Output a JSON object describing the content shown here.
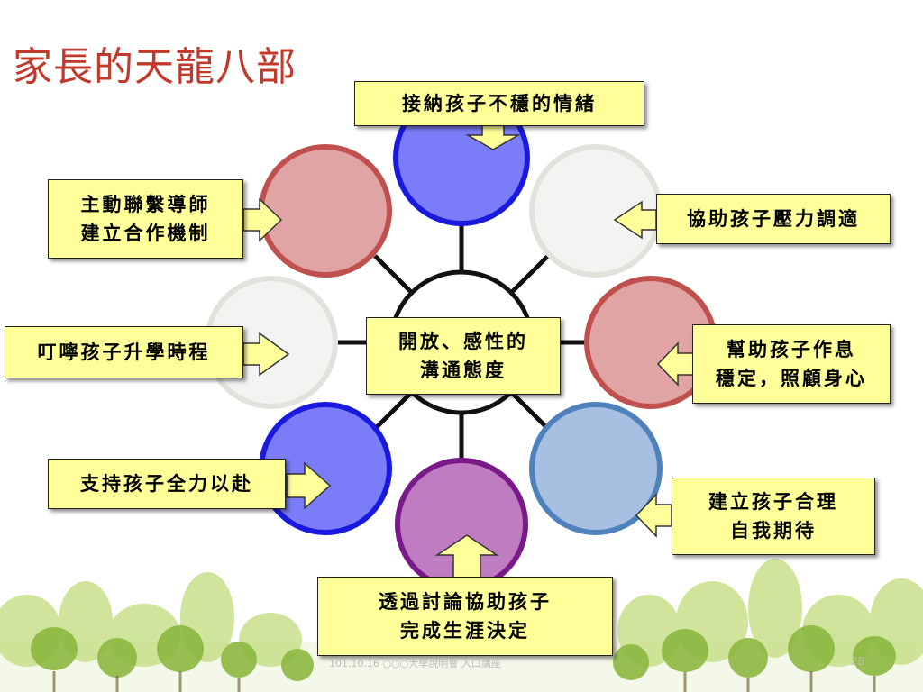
{
  "slide": {
    "title": "家長的天龍八部",
    "center": {
      "line1": "開放、感性的",
      "line2": "溝通態度"
    },
    "items": [
      {
        "id": "top",
        "line1": "接納孩子不穩的情緒",
        "line2": ""
      },
      {
        "id": "top-right",
        "line1": "協助孩子壓力調適",
        "line2": ""
      },
      {
        "id": "right",
        "line1": "幫助孩子作息",
        "line2": "穩定，照顧身心"
      },
      {
        "id": "bottom-right",
        "line1": "建立孩子合理",
        "line2": "自我期待"
      },
      {
        "id": "bottom",
        "line1": "透過討論協助孩子",
        "line2": "完成生涯決定"
      },
      {
        "id": "bottom-left",
        "line1": "支持孩子全力以赴",
        "line2": ""
      },
      {
        "id": "left",
        "line1": "叮嚀孩子升學時程",
        "line2": ""
      },
      {
        "id": "top-left",
        "line1": "主動聯繫導師",
        "line2": "建立合作機制"
      }
    ],
    "footer_text": "101.10.16 ○○○大學說明會 入口講座",
    "page_number": "28"
  },
  "colors": {
    "title": "#c0392b",
    "box_fill": "#ffff99",
    "blue_fill": "#7b7cf7",
    "blue_stroke": "#1a1adf",
    "pink_fill": "#e0a4a4",
    "pink_stroke": "#c0504d",
    "white_fill": "#f3f3f1",
    "white_stroke": "#e2e2dc",
    "lightblue_fill": "#a7bfe0",
    "lightblue_stroke": "#4f81bd",
    "purple_fill": "#c07cc0",
    "purple_stroke": "#7a1a8a"
  }
}
